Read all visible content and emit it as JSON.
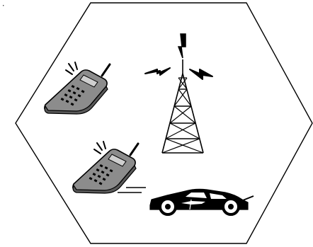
{
  "diagram": {
    "shape": "hexagon-cell",
    "elements": [
      {
        "id": "phone-1",
        "icon": "mobile-phone-icon",
        "state": "ringing"
      },
      {
        "id": "phone-2",
        "icon": "mobile-phone-icon",
        "state": "ringing"
      },
      {
        "id": "tower",
        "icon": "radio-tower-icon",
        "state": "transmitting"
      },
      {
        "id": "car",
        "icon": "car-icon",
        "state": "moving"
      }
    ]
  },
  "colors": {
    "outline": "#000000",
    "phone_body": "#8c8c8c",
    "phone_dark": "#5a5a5a",
    "car_body": "#000000",
    "background": "#ffffff"
  }
}
